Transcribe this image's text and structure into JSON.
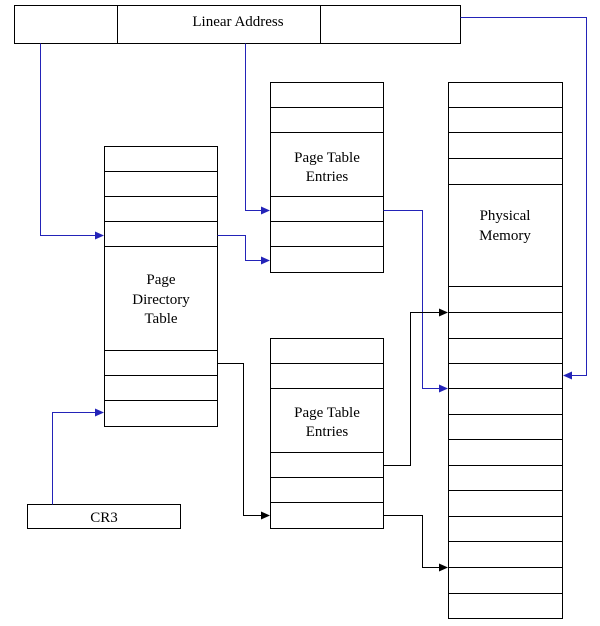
{
  "linear_address": {
    "label": "Linear Address"
  },
  "page_directory": {
    "label_line1": "Page",
    "label_line2": "Directory",
    "label_line3": "Table"
  },
  "page_table_top": {
    "label_line1": "Page Table",
    "label_line2": "Entries"
  },
  "page_table_bottom": {
    "label_line1": "Page Table",
    "label_line2": "Entries"
  },
  "physical_memory": {
    "label_line1": "Physical",
    "label_line2": "Memory"
  },
  "cr3": {
    "label": "CR3"
  },
  "colors": {
    "blue_arrow": "#2323b8",
    "black_arrow": "#000000"
  }
}
